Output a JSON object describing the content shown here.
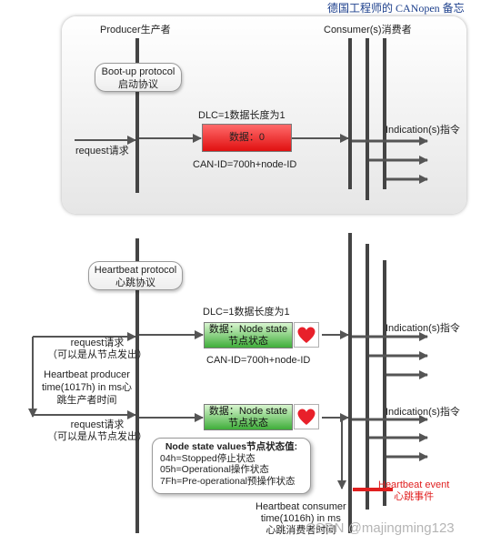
{
  "header_note": "德国工程师的 CANopen 备忘",
  "top": {
    "producer_label": "Producer生产者",
    "consumer_label": "Consumer(s)消费者",
    "protocol_bubble": [
      "Boot-up protocol",
      "启动协议"
    ],
    "dlc_label": "DLC=1数据长度为1",
    "request_label": "request请求",
    "message_text": "数据：0",
    "can_id": "CAN-ID=700h+node-ID",
    "indication_label": "Indication(s)指令"
  },
  "bottom": {
    "protocol_bubble": [
      "Heartbeat protocol",
      "心跳协议"
    ],
    "dlc_label": "DLC=1数据长度为1",
    "request1": [
      "request请求",
      "（可以是从节点发出）"
    ],
    "producer_time": [
      "Heartbeat producer",
      "time(1017h) in ms心",
      "跳生产者时间"
    ],
    "request2": [
      "request请求",
      "（可以是从节点发出）"
    ],
    "message1": [
      "数据：Node state",
      "节点状态"
    ],
    "message2": [
      "数据：Node state",
      "节点状态"
    ],
    "can_id": "CAN-ID=700h+node-ID",
    "indication1": "Indication(s)指令",
    "indication2": "Indication(s)指令",
    "states_title": "Node state values节点状态值:",
    "states": [
      "04h=Stopped停止状态",
      "05h=Operational操作状态",
      "7Fh=Pre-operational预操作状态"
    ],
    "event_label": [
      "Heartbeat event",
      "心跳事件"
    ],
    "consumer_time": [
      "Heartbeat consumer",
      "time(1016h) in ms",
      "心跳消费者时间"
    ]
  },
  "watermark": "CSDN @majingming123",
  "colors": {
    "boot_message": "#e01010",
    "heartbeat_message": "#3fae3a",
    "heart": "#e8202a",
    "event_line": "#e02020",
    "arrows": "#555555"
  }
}
